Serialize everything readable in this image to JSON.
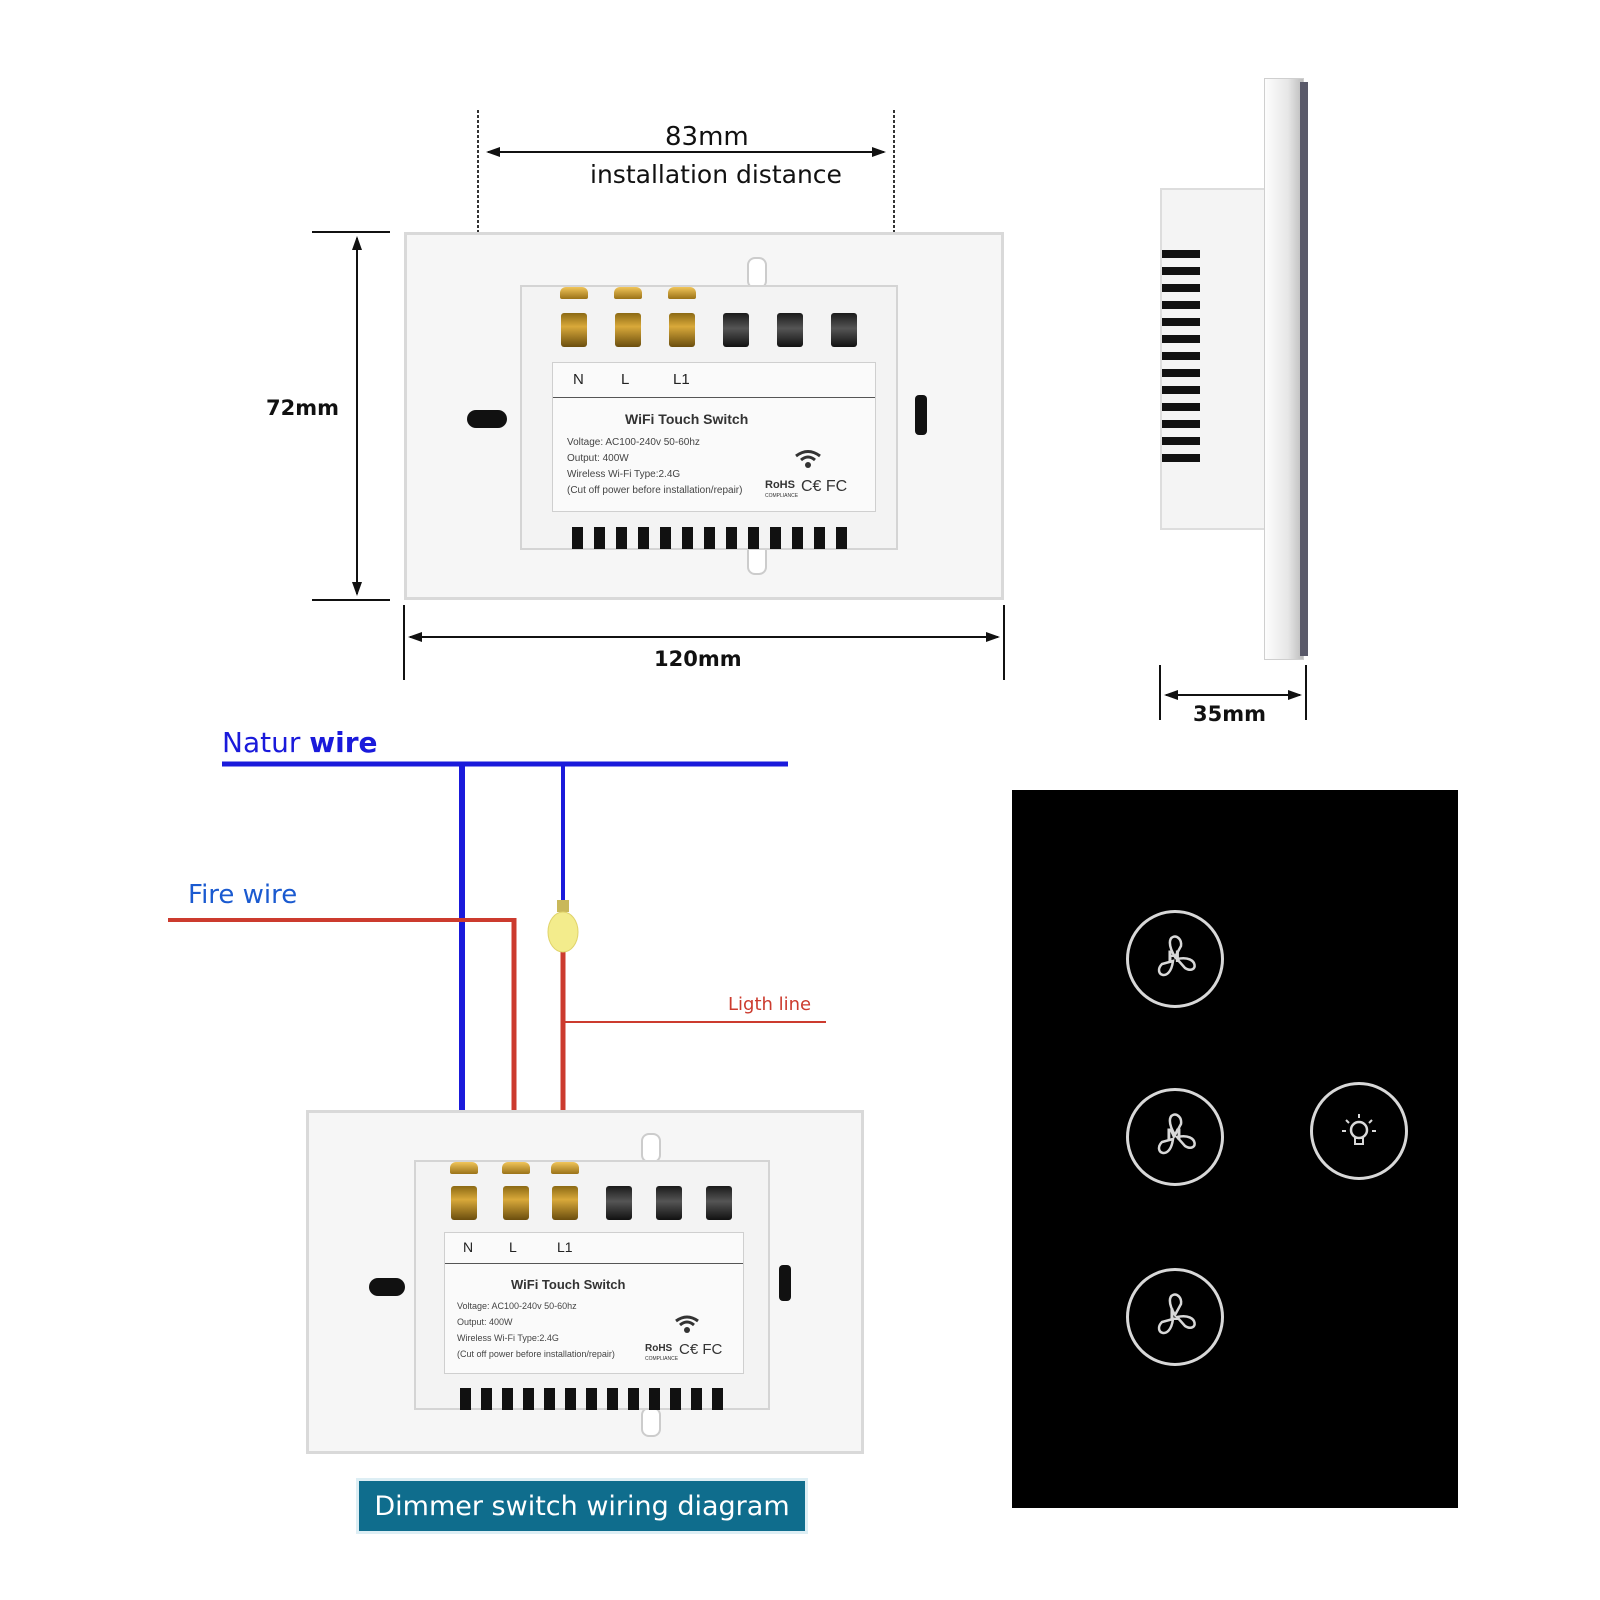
{
  "dimensions": {
    "installation": {
      "value": "83mm",
      "label": "installation distance"
    },
    "height": "72mm",
    "width": "120mm",
    "depth": "35mm"
  },
  "switch_label": {
    "terminals": [
      "N",
      "L",
      "L1"
    ],
    "title": "WiFi Touch Switch",
    "lines": [
      "Voltage: AC100-240v  50-60hz",
      "Output: 400W",
      "Wireless Wi-Fi Type:2.4G",
      "(Cut off power before installation/repair)"
    ],
    "cert": "RoHS",
    "cert_sub": "COMPLIANCE",
    "ce_fc": "C€ FC"
  },
  "wiring": {
    "neutral_label_a": "Natur ",
    "neutral_label_b": "wire",
    "fire_label": "Fire wire",
    "light_label": "Ligth line",
    "colors": {
      "neutral": "#1a1adb",
      "fire": "#cc3b2e",
      "bulb": "#f3ec8c"
    }
  },
  "caption": "Dimmer switch wiring diagram",
  "touch_panel": {
    "buttons": [
      {
        "letter": "H",
        "icon": "fan-high-icon"
      },
      {
        "letter": "M",
        "icon": "fan-medium-icon"
      },
      {
        "letter": "L",
        "icon": "fan-low-icon"
      },
      {
        "letter": "",
        "icon": "light-bulb-icon"
      }
    ]
  }
}
